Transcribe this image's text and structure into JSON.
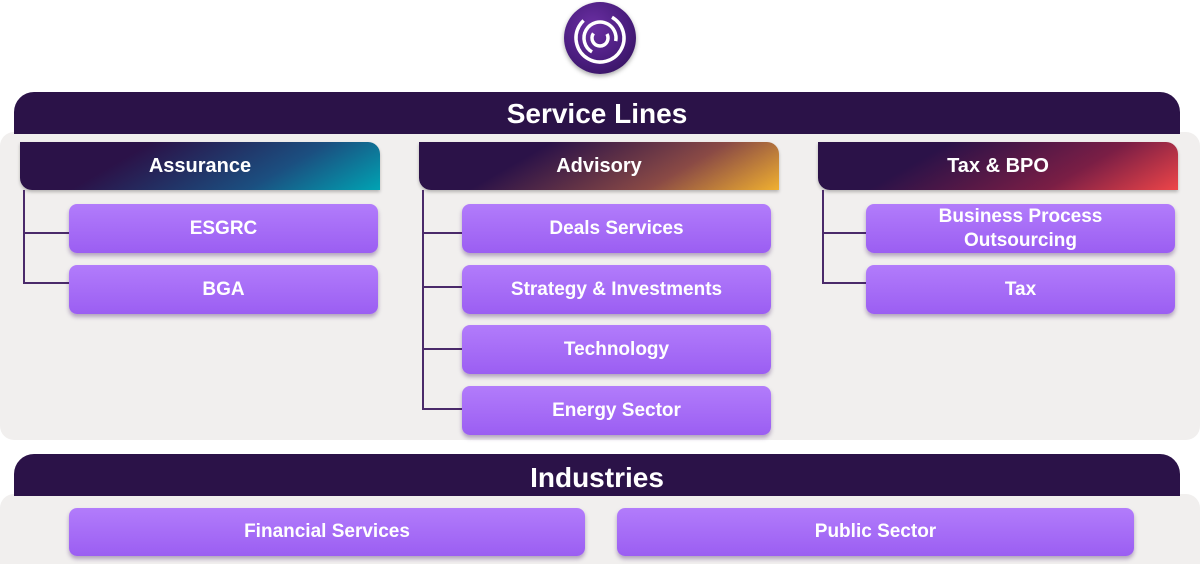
{
  "service_lines": {
    "title": "Service Lines",
    "columns": [
      {
        "title": "Assurance",
        "items": [
          "ESGRC",
          "BGA"
        ]
      },
      {
        "title": "Advisory",
        "items": [
          "Deals Services",
          "Strategy & Investments",
          "Technology",
          "Energy Sector"
        ]
      },
      {
        "title": "Tax & BPO",
        "items": [
          "Business Process\nOutsourcing",
          "Tax"
        ]
      }
    ]
  },
  "industries": {
    "title": "Industries",
    "items": [
      "Financial Services",
      "Public Sector"
    ]
  },
  "colors": {
    "dark_purple": "#2b1248",
    "item_purple": "#a56bf6",
    "panel_grey": "#f1efee",
    "assurance_accent": "#00a3b3",
    "advisory_accent": "#f0b030",
    "tax_accent": "#ee4548"
  },
  "icons": {
    "logo": "spiral-logo-icon"
  }
}
